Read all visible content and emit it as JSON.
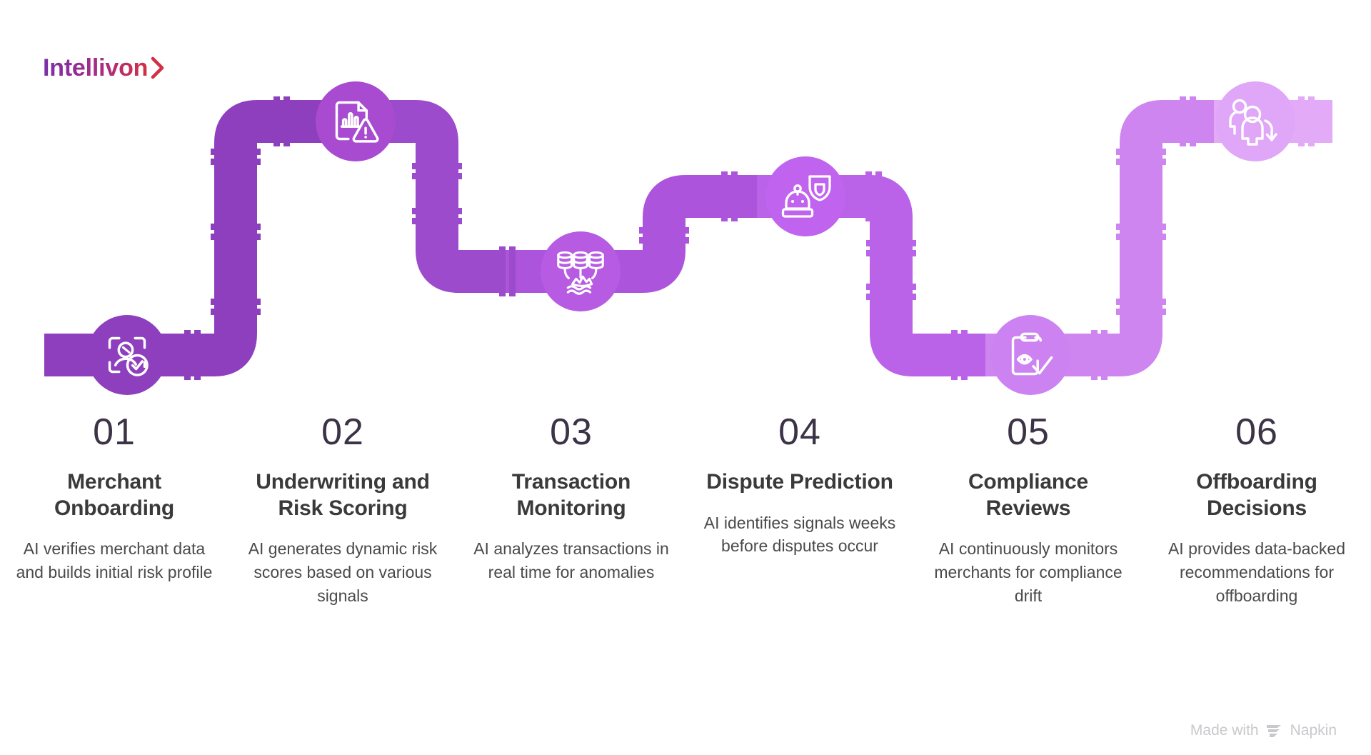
{
  "brand": {
    "name": "Intellivon",
    "chevron_icon": "chevron-right-icon",
    "gradient_from": "#7B2FA8",
    "gradient_to": "#D32F45"
  },
  "diagram": {
    "type": "pipeline-process-flow",
    "orientation": "horizontal-zigzag",
    "step_count": 6,
    "pipe_colors": [
      "#8E3FBE",
      "#9C4BCC",
      "#AD54DD",
      "#BA63E8",
      "#CE85F0",
      "#E3AAF7"
    ],
    "icon_circle_colors": [
      "#8E3FBE",
      "#A84BD0",
      "#B65BE2",
      "#C063EE",
      "#CD82F2",
      "#E0A6F7"
    ],
    "icon_glyph_color": "#FFFFFF"
  },
  "steps": [
    {
      "number": "01",
      "title": "Merchant Onboarding",
      "description": "AI verifies merchant data and builds initial risk profile",
      "icon": "identity-scan-check-icon",
      "level": "bottom"
    },
    {
      "number": "02",
      "title": "Underwriting and Risk Scoring",
      "description": "AI generates dynamic risk scores based on various signals",
      "icon": "document-chart-warning-icon",
      "level": "top"
    },
    {
      "number": "03",
      "title": "Transaction Monitoring",
      "description": "AI analyzes transactions in real time for anomalies",
      "icon": "database-anomaly-stream-icon",
      "level": "middle"
    },
    {
      "number": "04",
      "title": "Dispute Prediction",
      "description": "AI identifies signals weeks before disputes occur",
      "icon": "robot-shield-icon",
      "level": "upper-middle"
    },
    {
      "number": "05",
      "title": "Compliance Reviews",
      "description": "AI continuously monitors merchants for compliance drift",
      "icon": "clipboard-eye-check-icon",
      "level": "bottom"
    },
    {
      "number": "06",
      "title": "Offboarding Decisions",
      "description": "AI provides data-backed recommendations for offboarding",
      "icon": "people-exit-arrow-icon",
      "level": "top"
    }
  ],
  "footer": {
    "made_with_label": "Made with",
    "product_name": "Napkin",
    "logo_icon": "napkin-logo-icon"
  }
}
